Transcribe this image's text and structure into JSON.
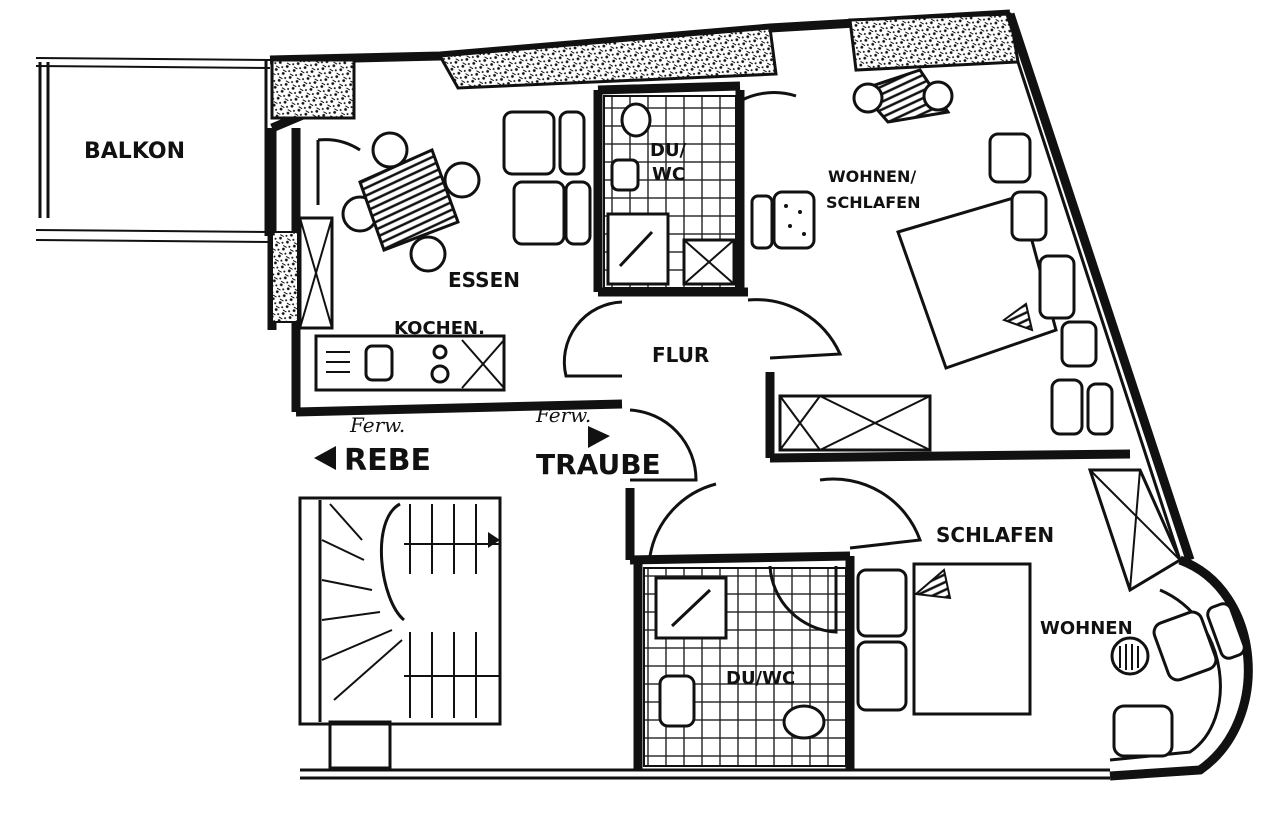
{
  "labels": {
    "balkon": "BALKON",
    "essen": "ESSEN",
    "kochen": "KOCHEN.",
    "du_wc_top": "DU/\nWC",
    "wohnen_schlafen": "WOHNEN/\nSCHLAFEN",
    "flur": "FLUR",
    "rebe": "REBE",
    "traube": "TRAUBE",
    "ferw_left": "Ferw.",
    "ferw_right": "Ferw.",
    "schlafen": "SCHLAFEN",
    "wohnen": "WOHNEN",
    "du_wc_bottom": "DU/WC"
  }
}
